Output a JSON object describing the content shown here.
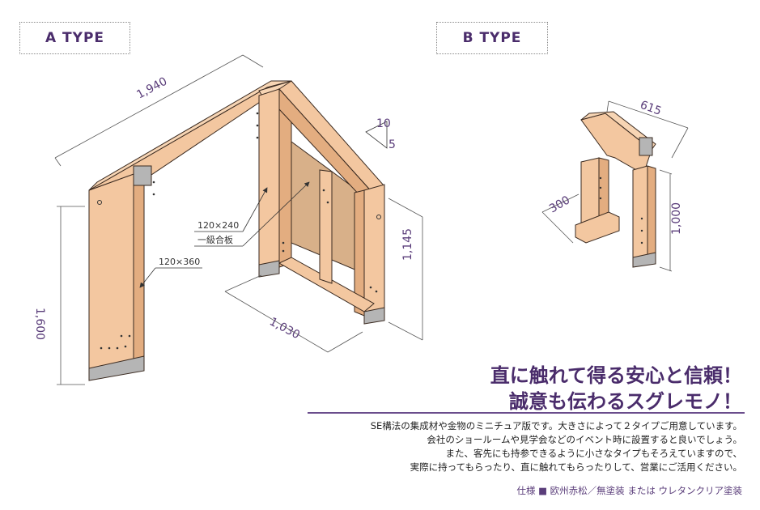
{
  "types": {
    "a": "A TYPE",
    "b": "B TYPE"
  },
  "a_dims": {
    "width": "1,940",
    "height": "1,600",
    "depth": "1,030",
    "inner_height": "1,145",
    "slope_top": "10",
    "slope_side": "5"
  },
  "a_labels": {
    "beam_small": "120×240",
    "plywood": "一級合板",
    "column": "120×360"
  },
  "b_dims": {
    "width": "615",
    "depth": "300",
    "height": "1,000"
  },
  "headline": {
    "line1": "直に触れて得る安心と信頼！",
    "line2": "誠意も伝わるスグレモノ！"
  },
  "body": {
    "lines": [
      "SE構法の集成材や金物のミニチュア版です。大きさによって２タイプご用意しています。",
      "会社のショールームや見学会などのイベント時に設置すると良いでしょう。",
      "また、客先にも持参できるように小さなタイプもそろえていますので、",
      "実際に持ってもらったり、直に触れてもらったりして、営業にご活用ください。"
    ]
  },
  "spec": "仕様 ■ 欧州赤松／無塗装 または ウレタンクリア塗装",
  "colors": {
    "accent": "#4a2c6b",
    "wood": "#f3c7a0",
    "wood_dark": "#e3ad80",
    "metal": "#b5b5b5"
  }
}
